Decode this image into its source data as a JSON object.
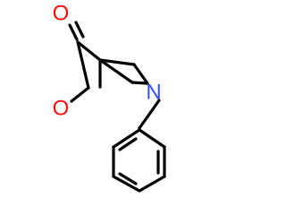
{
  "molecule": {
    "atoms": {
      "carbonyl_oxygen": {
        "symbol": "O",
        "color": "#ff0d0d"
      },
      "ring_oxygen": {
        "symbol": "O",
        "color": "#ff0d0d"
      },
      "nitrogen": {
        "symbol": "N",
        "color": "#3050f8"
      }
    },
    "bond_color": "#000000",
    "background": "#ffffff"
  }
}
